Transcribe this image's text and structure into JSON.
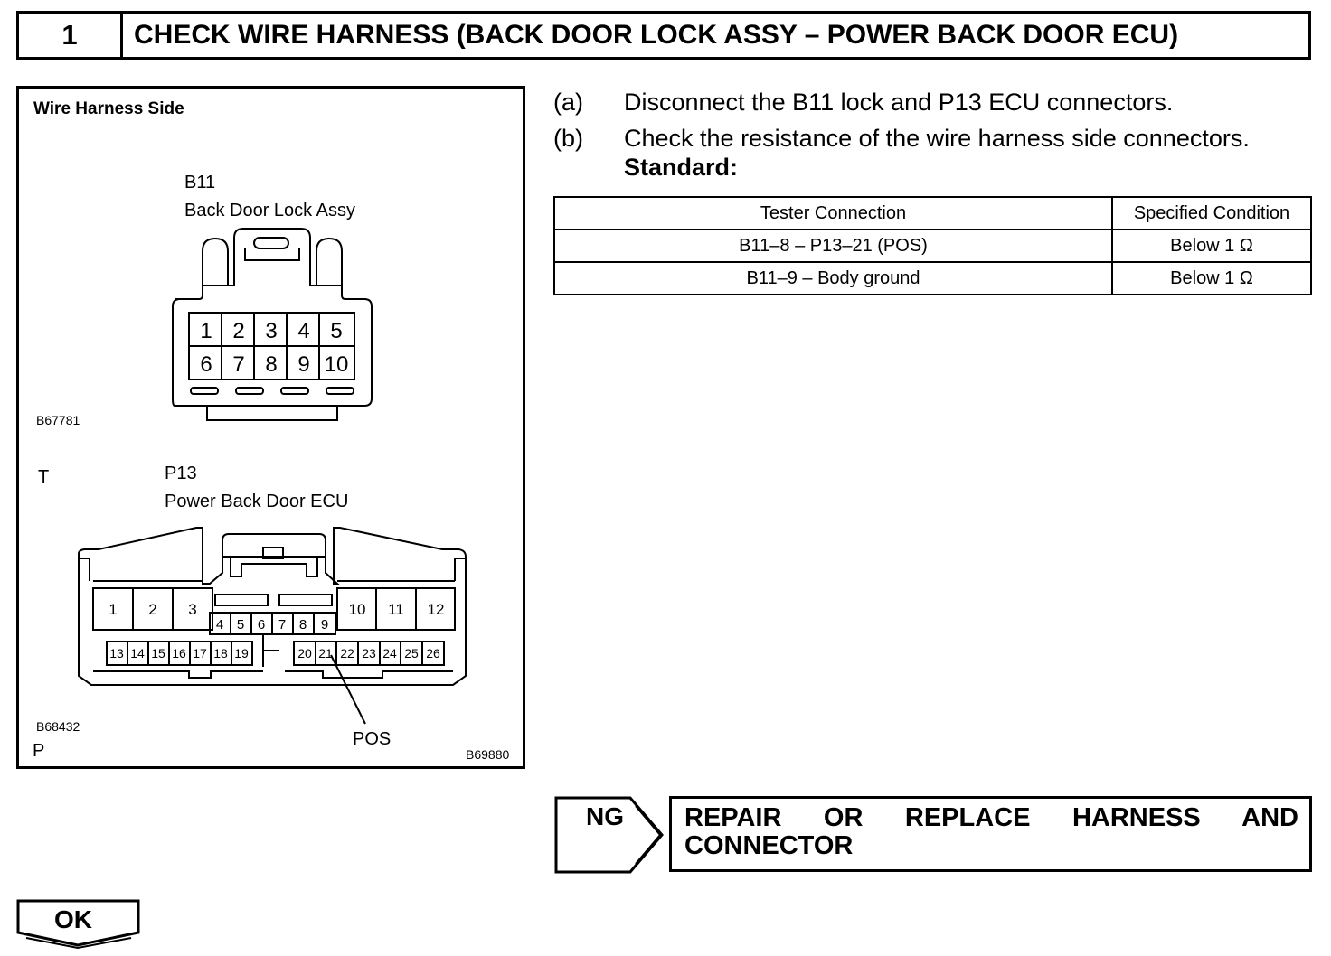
{
  "header": {
    "step_number": "1",
    "title": "CHECK WIRE HARNESS (BACK DOOR LOCK ASSY – POWER BACK DOOR ECU)"
  },
  "figure": {
    "heading": "Wire Harness Side",
    "connector_b11": {
      "code": "B11",
      "name": "Back Door Lock Assy",
      "pins_row1": [
        "1",
        "2",
        "3",
        "4",
        "5"
      ],
      "pins_row2": [
        "6",
        "7",
        "8",
        "9",
        "10"
      ],
      "ref": "B67781"
    },
    "mark_t": "T",
    "connector_p13": {
      "code": "P13",
      "name": "Power Back Door ECU",
      "pins_big_left": [
        "1",
        "2",
        "3"
      ],
      "pins_big_right": [
        "10",
        "11",
        "12"
      ],
      "pins_mid": [
        "4",
        "5",
        "6",
        "7",
        "8",
        "9"
      ],
      "pins_bottom_left": [
        "13",
        "14",
        "15",
        "16",
        "17",
        "18",
        "19"
      ],
      "pins_bottom_right": [
        "20",
        "21",
        "22",
        "23",
        "24",
        "25",
        "26"
      ],
      "ref": "B68432",
      "pos_label": "POS"
    },
    "mark_p": "P",
    "figure_ref": "B69880"
  },
  "steps": [
    {
      "label": "(a)",
      "text": "Disconnect the B11 lock and P13 ECU connectors."
    },
    {
      "label": "(b)",
      "text": "Check the resistance of the wire harness side connectors."
    }
  ],
  "standard_label": "Standard:",
  "table": {
    "headers": [
      "Tester Connection",
      "Specified Condition"
    ],
    "rows": [
      [
        "B11–8 – P13–21 (POS)",
        "Below 1 Ω"
      ],
      [
        "B11–9 – Body ground",
        "Below 1 Ω"
      ]
    ]
  },
  "ng": {
    "label": "NG",
    "action_line1": "REPAIR OR REPLACE HARNESS AND",
    "action_line2": "CONNECTOR"
  },
  "ok": {
    "label": "OK"
  }
}
